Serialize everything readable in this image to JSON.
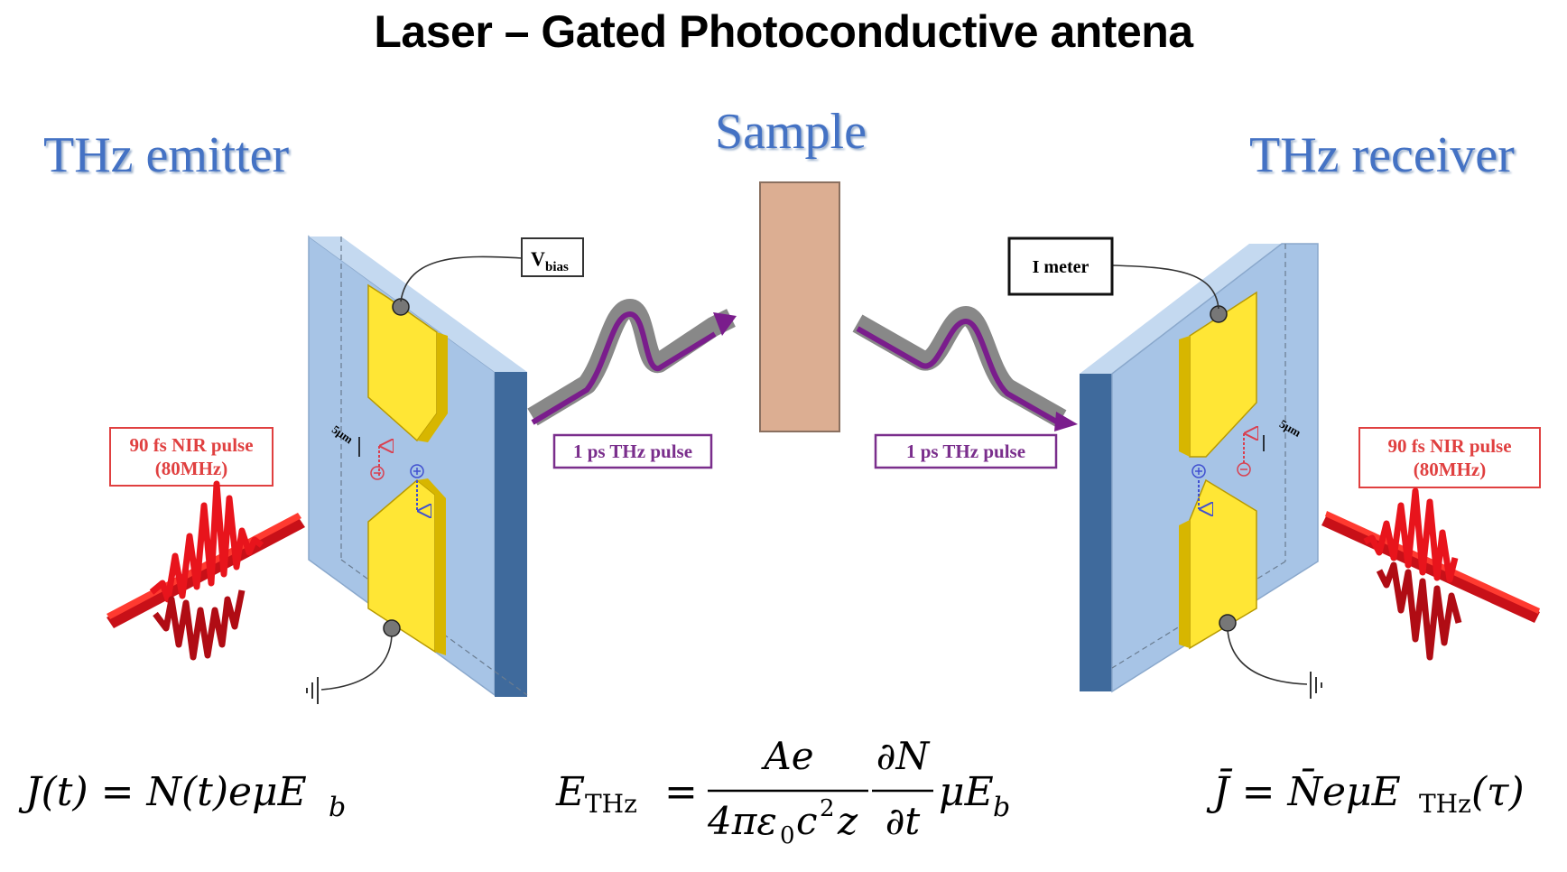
{
  "title": "Laser – Gated Photoconductive antena",
  "labels": {
    "emitter": "THz emitter",
    "sample": "Sample",
    "receiver": "THz receiver",
    "vbias_main": "V",
    "vbias_sub": "bias",
    "imeter": "I meter",
    "nir_pulse_line1": "90 fs NIR pulse",
    "nir_pulse_line2": "(80MHz)",
    "thz_pulse": "1 ps THz pulse",
    "gap": "5μm"
  },
  "equations": {
    "left": {
      "lhs": "J(t) = N(t)eμE",
      "sub": "b"
    },
    "middle": {
      "lhs_main": "E",
      "lhs_sub": "THz",
      "eq": "=",
      "num1": "Ae",
      "den1_a": "4πε",
      "den1_sub": "0",
      "den1_b": "c",
      "den1_sup": "2",
      "den1_c": "z",
      "num2": "∂N",
      "den2": "∂t",
      "tail": "μE",
      "tail_sub": "b"
    },
    "right": {
      "lhs": "J̄ = N̄eμE",
      "sub": "THz",
      "tail": "(τ)"
    }
  },
  "colors": {
    "title": "#000000",
    "section": "#4472c4",
    "panel_face": "#a7c4e6",
    "panel_edge": "#3f6a9c",
    "electrode": "#ffe635",
    "electrode_side": "#d7b600",
    "sample": "#dcae92",
    "thz_wave": "#7a1d8c",
    "nir_pulse": "#e8141c",
    "pulse_box": "#e04040",
    "thz_box": "#7a2e8c"
  }
}
